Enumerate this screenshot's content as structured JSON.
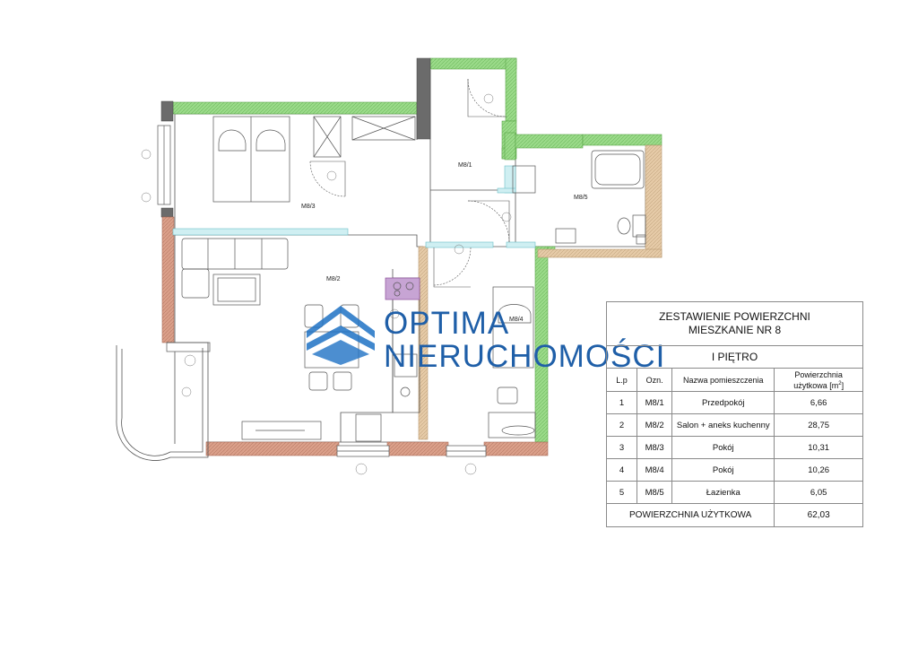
{
  "summary": {
    "title_line1": "ZESTAWIENIE POWIERZCHNI",
    "title_line2": "MIESZKANIE NR 8",
    "floor": "I PIĘTRO",
    "headers": {
      "lp": "L.p",
      "ozn": "Ozn.",
      "name": "Nazwa pomieszczenia",
      "area_line1": "Powierzchnia",
      "area_line2": "użytkowa [m",
      "area_sup": "2",
      "area_close": "]"
    },
    "rows": [
      {
        "lp": "1",
        "ozn": "M8/1",
        "name": "Przedpokój",
        "area": "6,66"
      },
      {
        "lp": "2",
        "ozn": "M8/2",
        "name": "Salon + aneks kuchenny",
        "area": "28,75"
      },
      {
        "lp": "3",
        "ozn": "M8/3",
        "name": "Pokój",
        "area": "10,31"
      },
      {
        "lp": "4",
        "ozn": "M8/4",
        "name": "Pokój",
        "area": "10,26"
      },
      {
        "lp": "5",
        "ozn": "M8/5",
        "name": "Łazienka",
        "area": "6,05"
      }
    ],
    "total_label": "POWIERZCHNIA UŻYTKOWA",
    "total_value": "62,03"
  },
  "rooms": {
    "m81": "M8/1",
    "m82": "M8/2",
    "m83": "M8/3",
    "m84": "M8/4",
    "m85": "M8/5"
  },
  "watermark": {
    "line1": "OPTIMA",
    "line2": "NIERUCHOMOŚCI"
  },
  "colors": {
    "wall_green": "#8fd67e",
    "wall_brown": "#d79a83",
    "wall_beige": "#e2c6a1",
    "wall_dark": "#666666",
    "logo_blue": "#1f72c4",
    "cooktop": "#b25bb8"
  }
}
